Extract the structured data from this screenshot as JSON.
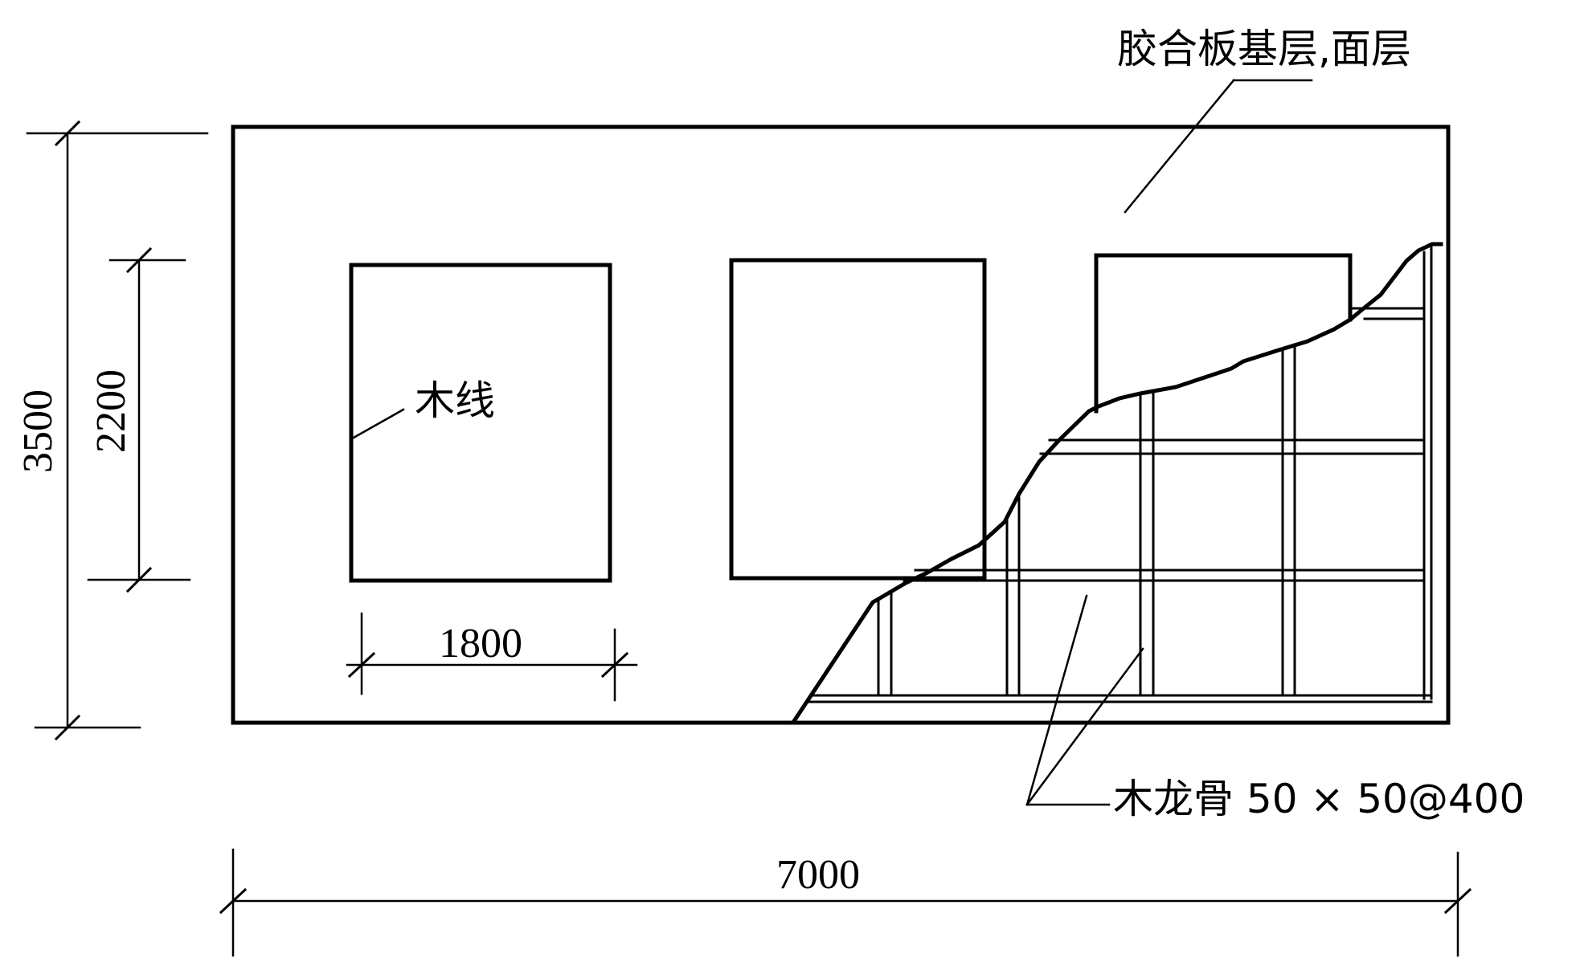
{
  "labels": {
    "top_annotation": "胶合板基层,面层",
    "wood_trim": "木线",
    "wood_keel": "木龙骨 50 × 50@400"
  },
  "dimensions": {
    "overall_width": "7000",
    "overall_height": "3500",
    "window_height": "2200",
    "window_width": "1800"
  }
}
